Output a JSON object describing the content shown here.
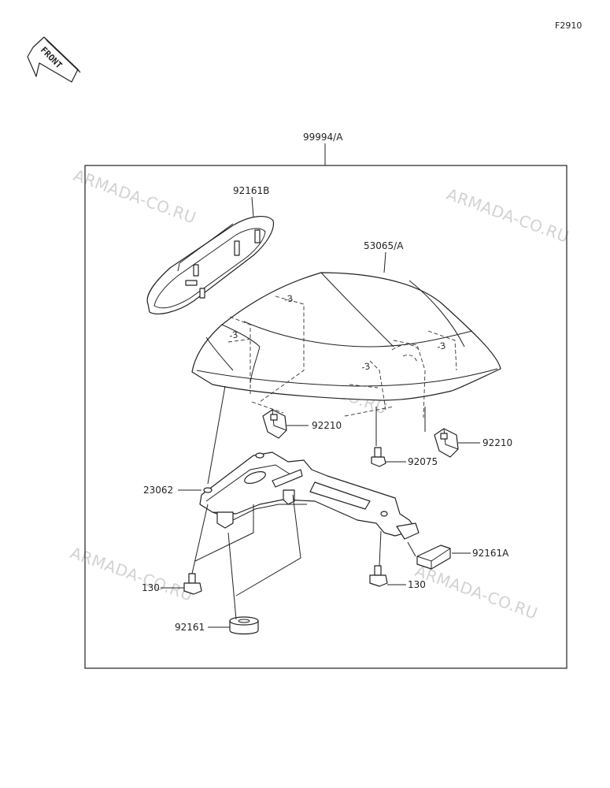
{
  "diagram": {
    "figure_code": "F2910",
    "front_label": "FRONT",
    "kit_label": "99994/A",
    "watermark": "ARMADA-CO.RU",
    "parts": {
      "seat_cover": "53065/A",
      "pad_b": "92161B",
      "clip_left": "92210",
      "clip_right": "92210",
      "bolt_center": "92075",
      "bracket": "23062",
      "pad_a": "92161A",
      "bolt_left": "130",
      "bolt_right": "130",
      "spacer": "92161"
    }
  }
}
